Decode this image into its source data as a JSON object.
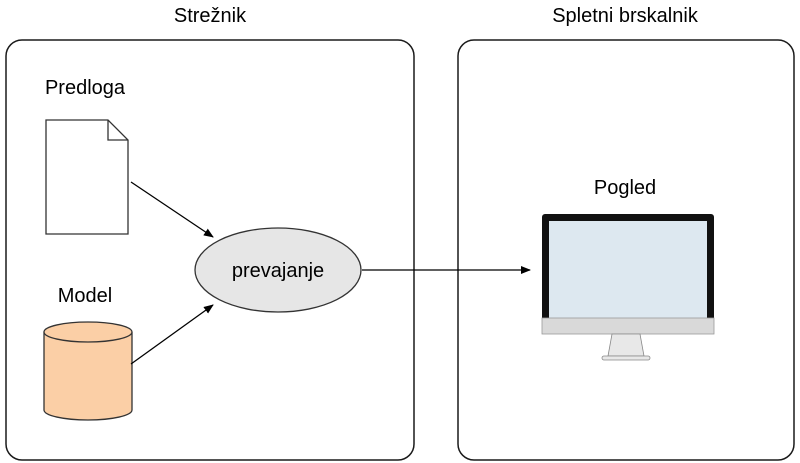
{
  "server": {
    "title": "Strežnik",
    "template_label": "Predloga",
    "model_label": "Model",
    "process_label": "prevajanje"
  },
  "browser": {
    "title": "Spletni brskalnik",
    "view_label": "Pogled"
  },
  "colors": {
    "panel_border": "#1a1a1a",
    "document_fill": "#ffffff",
    "cylinder_fill": "#fbcfa6",
    "ellipse_fill": "#e6e6e6",
    "monitor_bezel": "#111111",
    "monitor_screen": "#dde8f0",
    "monitor_chin": "#d9d9d9",
    "monitor_stand": "#e8e8e8"
  }
}
